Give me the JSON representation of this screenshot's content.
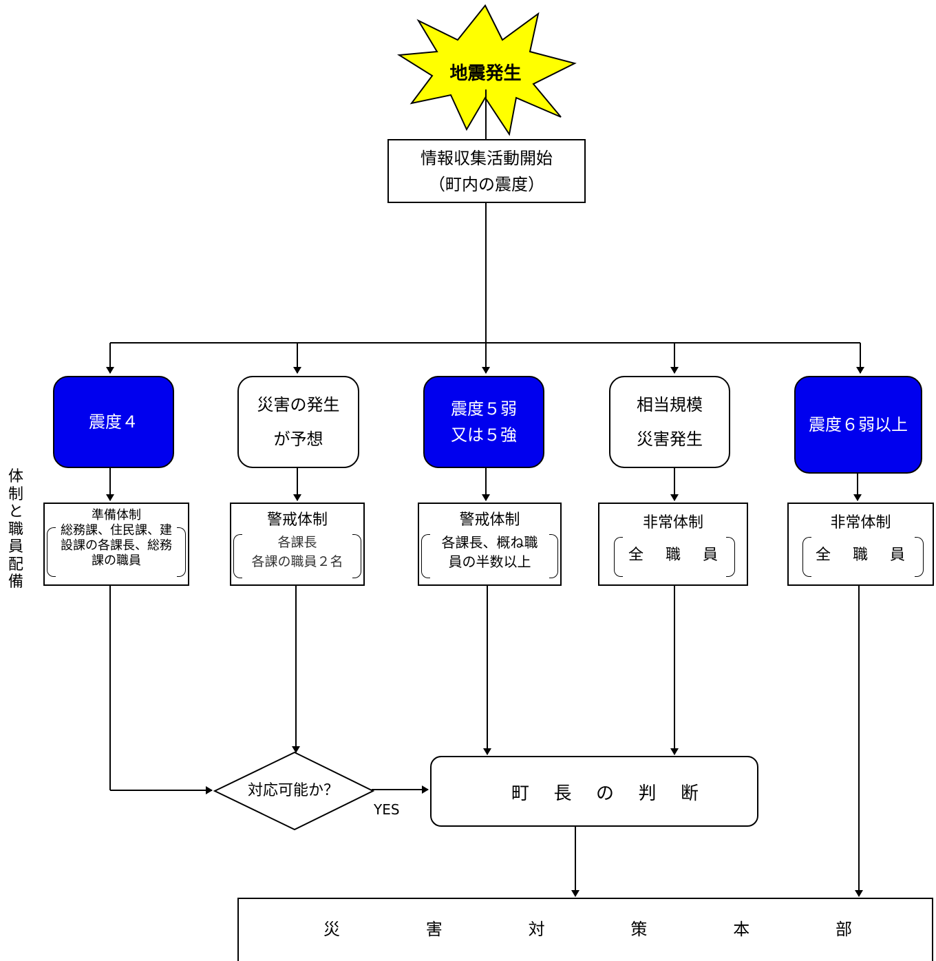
{
  "start": "地震発生",
  "info": {
    "line1": "情報収集活動開始",
    "line2": "（町内の震度）"
  },
  "side_label": [
    "体",
    "制",
    "と",
    "職",
    "員",
    "配",
    "備"
  ],
  "conditions": [
    {
      "lines": [
        "震度４"
      ]
    },
    {
      "lines": [
        "災害の発生",
        "が予想"
      ]
    },
    {
      "lines": [
        "震度５弱",
        "又は５強"
      ]
    },
    {
      "lines": [
        "相当規模",
        "災害発生"
      ]
    },
    {
      "lines": [
        "震度６弱以上"
      ]
    }
  ],
  "systems": [
    {
      "title": "準備体制",
      "body": [
        "総務課、住民課、建",
        "設課の各課長、総務",
        "課の職員"
      ]
    },
    {
      "title": "警戒体制",
      "body": [
        "各課長",
        "各課の職員２名"
      ]
    },
    {
      "title": "警戒体制",
      "body": [
        "各課長、概ね職",
        "員の半数以上"
      ]
    },
    {
      "title": "非常体制",
      "body": [
        "全",
        "職",
        "員"
      ]
    },
    {
      "title": "非常体制",
      "body": [
        "全",
        "職",
        "員"
      ]
    }
  ],
  "decision": "対応可能か？",
  "yes_label": "YES",
  "mayor": [
    "町",
    "長",
    "の",
    "判",
    "断"
  ],
  "hq": [
    "災",
    "害",
    "対",
    "策",
    "本",
    "部"
  ],
  "colors": {
    "accent_blue": "#0000ee",
    "burst_yellow": "#ffff00"
  }
}
